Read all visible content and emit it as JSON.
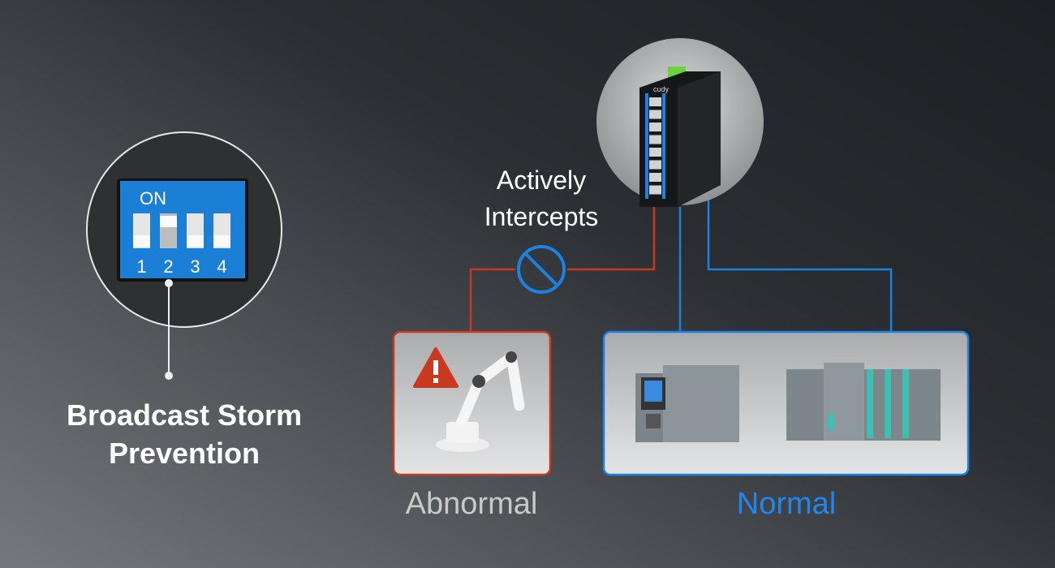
{
  "title": {
    "line1": "Broadcast Storm",
    "line2": "Prevention"
  },
  "dip_switch": {
    "on_label": "ON",
    "switches": [
      "1",
      "2",
      "3",
      "4"
    ],
    "active_switch": "2"
  },
  "intercept_label": {
    "line1": "Actively",
    "line2": "Intercepts"
  },
  "device_brand": "cudy",
  "abnormal": {
    "label": "Abnormal",
    "color": "#c8391f"
  },
  "normal": {
    "label": "Normal",
    "color": "#1a82e2"
  },
  "icons": [
    "dip-switch",
    "network-switch",
    "block-icon",
    "warning-icon",
    "robot-arm",
    "plc-controller"
  ]
}
